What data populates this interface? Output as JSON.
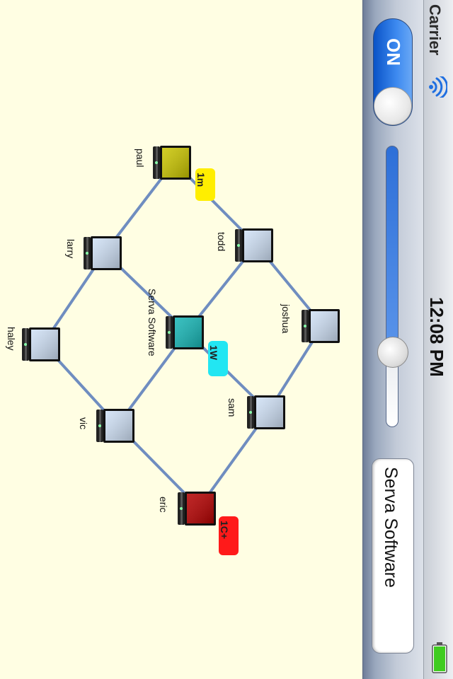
{
  "status_bar": {
    "carrier": "Carrier",
    "time": "12:08 PM"
  },
  "toolbar": {
    "toggle_label": "ON",
    "toggle_on": true,
    "slider_value": 0.73,
    "name_field_value": "Serva Software"
  },
  "network": {
    "nodes": [
      {
        "name": "paul",
        "color": "#c9c400"
      },
      {
        "name": "todd",
        "color": "#cfe0f5"
      },
      {
        "name": "larry",
        "color": "#cfe0f5"
      },
      {
        "name": "Serva Software",
        "color": "#17b5b5"
      },
      {
        "name": "joshua",
        "color": "#cfe0f5"
      },
      {
        "name": "haley",
        "color": "#cfe0f5"
      },
      {
        "name": "sam",
        "color": "#cfe0f5"
      },
      {
        "name": "vic",
        "color": "#cfe0f5"
      },
      {
        "name": "eric",
        "color": "#b30000"
      }
    ],
    "badges": [
      {
        "node": "paul",
        "text": "1m",
        "color": "#ffee00"
      },
      {
        "node": "Serva Software",
        "text": "1W",
        "color": "#22e6f2"
      },
      {
        "node": "eric",
        "text": "1C+",
        "color": "#ff1a1a"
      }
    ],
    "edge_color": "#6f8dc0"
  }
}
